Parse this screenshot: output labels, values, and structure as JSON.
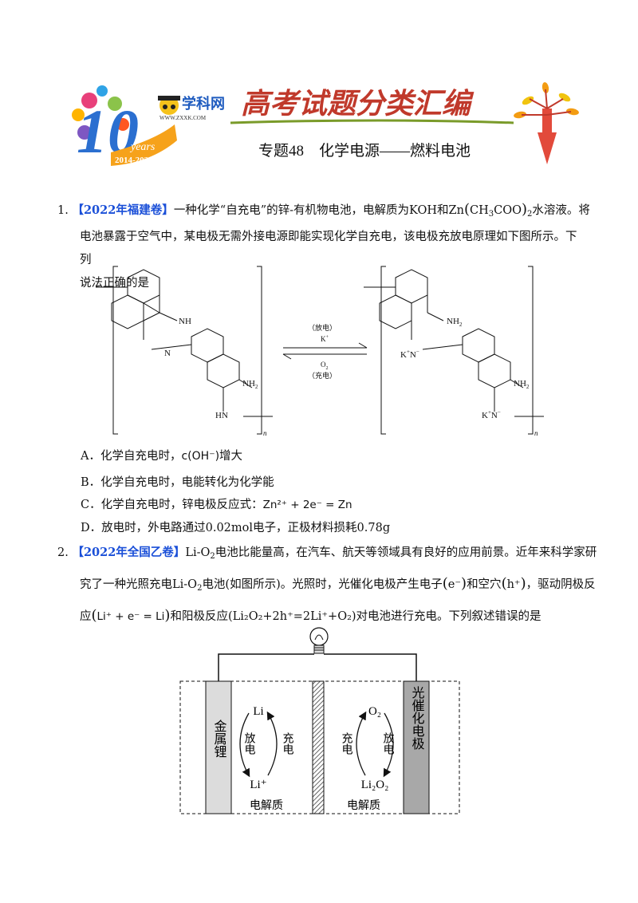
{
  "header": {
    "logo_text": "学科网",
    "logo_url": "WWW.ZXXK.COM",
    "anniversary": "10",
    "anniversary_word": "years",
    "anniversary_range": "2014-2023",
    "series_title": "高考试题分类汇编",
    "topic_title": "专题48　化学电源——燃料电池"
  },
  "q1": {
    "number": "1.",
    "source": "【2022年福建卷】",
    "text_a": "一种化学“自充电”的锌-有机物电池，电解质为",
    "koh": "KOH",
    "text_b": "和",
    "salt": "Zn",
    "salt_inner": "CH",
    "salt_inner2": "COO",
    "text_c": "水溶液。将",
    "line2": "电池暴露于空气中，某电极无需外接电源即能实现化学自充电，该电极充放电原理如下图所示。下列",
    "line3": "说法正确的是",
    "scheme": {
      "left_imine": "NH",
      "left_amine": "NH",
      "left_hn": "HN",
      "n_label": "N",
      "right_amine": "NH",
      "right_amine2": "NH",
      "right_kn1": "K",
      "right_kn2": "K",
      "nsub": "n",
      "two": "2",
      "arrow_top1": "（放电）",
      "arrow_top2": "K",
      "arrow_bot1": "O",
      "arrow_bot2": "（充电）"
    },
    "options": [
      {
        "label": "A．化学自充电时，",
        "formula": "c(OH⁻)",
        "rest": "增大"
      },
      {
        "label": "B．化学自充电时，电能转化为化学能",
        "formula": "",
        "rest": ""
      },
      {
        "label": "C．化学自充电时，锌电极反应式：",
        "formula": "Zn²⁺ + 2e⁻ = Zn",
        "rest": ""
      },
      {
        "label": "D．放电时，外电路通过",
        "formula": "0.02mol",
        "rest": "电子，正极材料损耗",
        "extra": "0.78g"
      }
    ]
  },
  "q2": {
    "number": "2.",
    "source": "【2022年全国乙卷】",
    "line1_a": "Li-O",
    "line1_b": "电池比能量高，在汽车、航天等领域具有良好的应用前景。近年来科学家研",
    "line2_a": "究了一种光照充电",
    "line2_b": "Li-O",
    "line2_c": "电池(如图所示)。光照时，光催化电极产生电子",
    "line2_d": "和空穴",
    "line2_e": "，驱动阴极反",
    "line3_a": "应",
    "line3_b": "Li⁺ + e⁻ = Li",
    "line3_c": "和阳极反应(Li₂O₂+2h⁺=2Li⁺+O₂)对电池进行充电。下列叙述错误的是",
    "e_sym": "e⁻",
    "h_sym": "h⁺",
    "diagram": {
      "left_electrode": "金属锂",
      "right_electrode": "光催化电极",
      "li": "Li",
      "li_ion": "Li⁺",
      "o2": "O₂",
      "li2o2": "Li₂O₂",
      "discharge": "放电",
      "charge": "充电",
      "electrolyte_left": "电解质",
      "electrolyte_right": "电解质"
    }
  }
}
